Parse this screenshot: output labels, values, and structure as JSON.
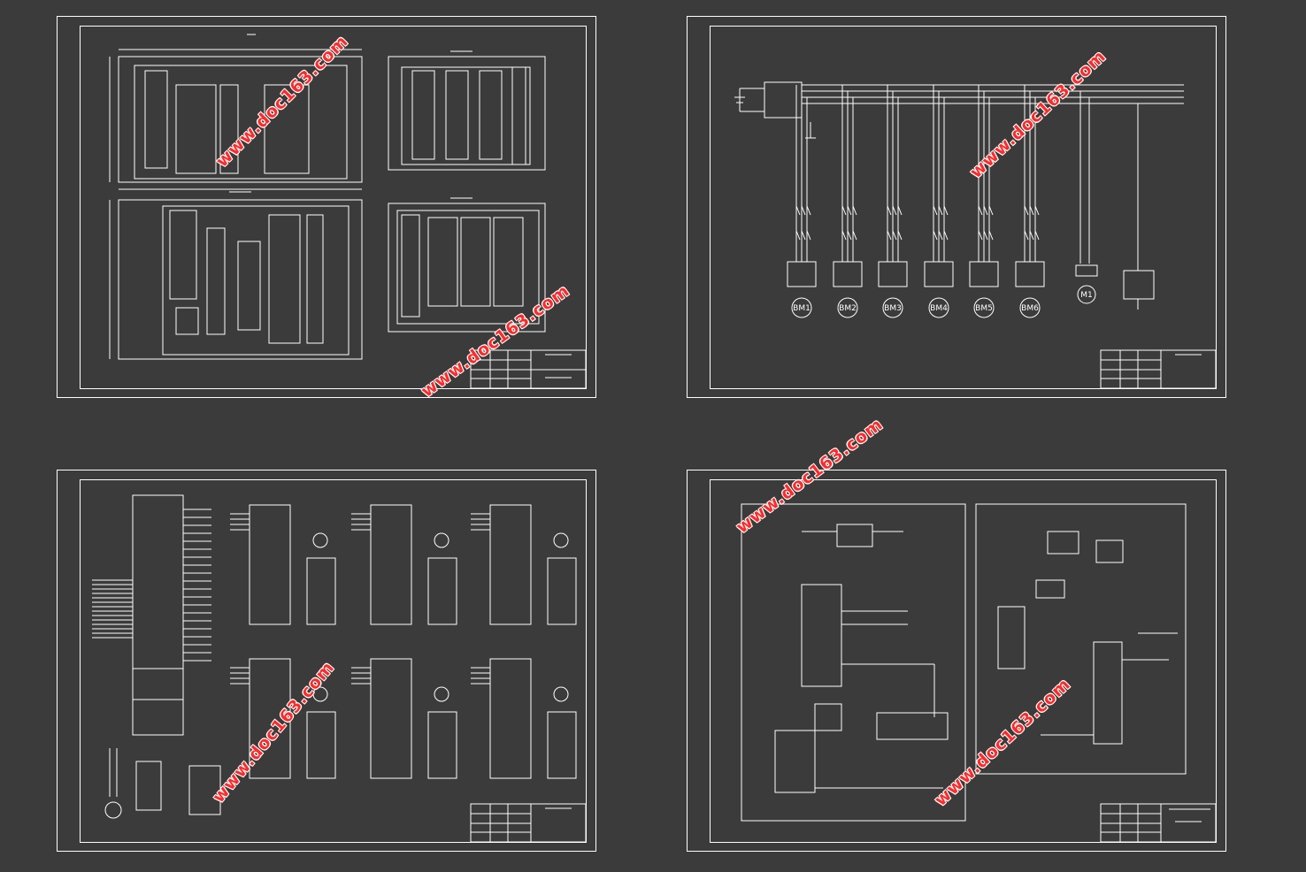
{
  "watermark_text": "www.doc163.com",
  "colors": {
    "background": "#3b3b3b",
    "line": "#ffffff",
    "watermark": "#ff2a2a"
  },
  "sheet2": {
    "motor_labels": [
      "BM1",
      "BM2",
      "BM3",
      "BM4",
      "BM5",
      "BM6",
      "M1"
    ]
  }
}
